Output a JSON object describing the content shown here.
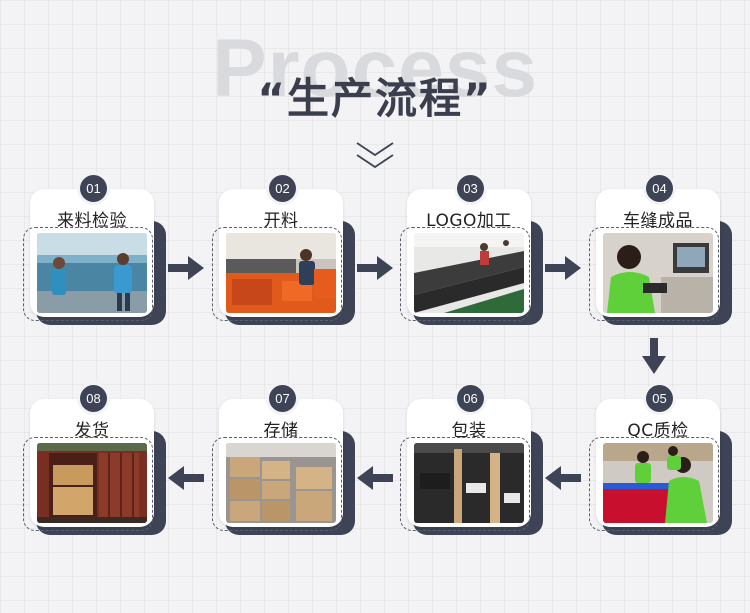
{
  "header": {
    "background_word": "Process",
    "title": "“生产流程”"
  },
  "colors": {
    "dark": "#3e4456",
    "background": "#f3f3f5",
    "card": "#ffffff"
  },
  "steps": [
    {
      "number": "01",
      "label": "来料检验",
      "image": "fabric-inspection-photo"
    },
    {
      "number": "02",
      "label": "开料",
      "image": "fabric-cutting-photo"
    },
    {
      "number": "03",
      "label": "LOGO加工",
      "image": "logo-printing-line-photo"
    },
    {
      "number": "04",
      "label": "车缝成品",
      "image": "sewing-workers-photo"
    },
    {
      "number": "05",
      "label": "QC质检",
      "image": "quality-check-photo"
    },
    {
      "number": "06",
      "label": "包装",
      "image": "packaging-boxes-photo"
    },
    {
      "number": "07",
      "label": "存储",
      "image": "warehouse-cartons-photo"
    },
    {
      "number": "08",
      "label": "发货",
      "image": "shipping-container-photo"
    }
  ],
  "flow_arrows": [
    {
      "from": "01",
      "to": "02",
      "direction": "right"
    },
    {
      "from": "02",
      "to": "03",
      "direction": "right"
    },
    {
      "from": "03",
      "to": "04",
      "direction": "right"
    },
    {
      "from": "04",
      "to": "05",
      "direction": "down"
    },
    {
      "from": "05",
      "to": "06",
      "direction": "left"
    },
    {
      "from": "06",
      "to": "07",
      "direction": "left"
    },
    {
      "from": "07",
      "to": "08",
      "direction": "left"
    }
  ]
}
